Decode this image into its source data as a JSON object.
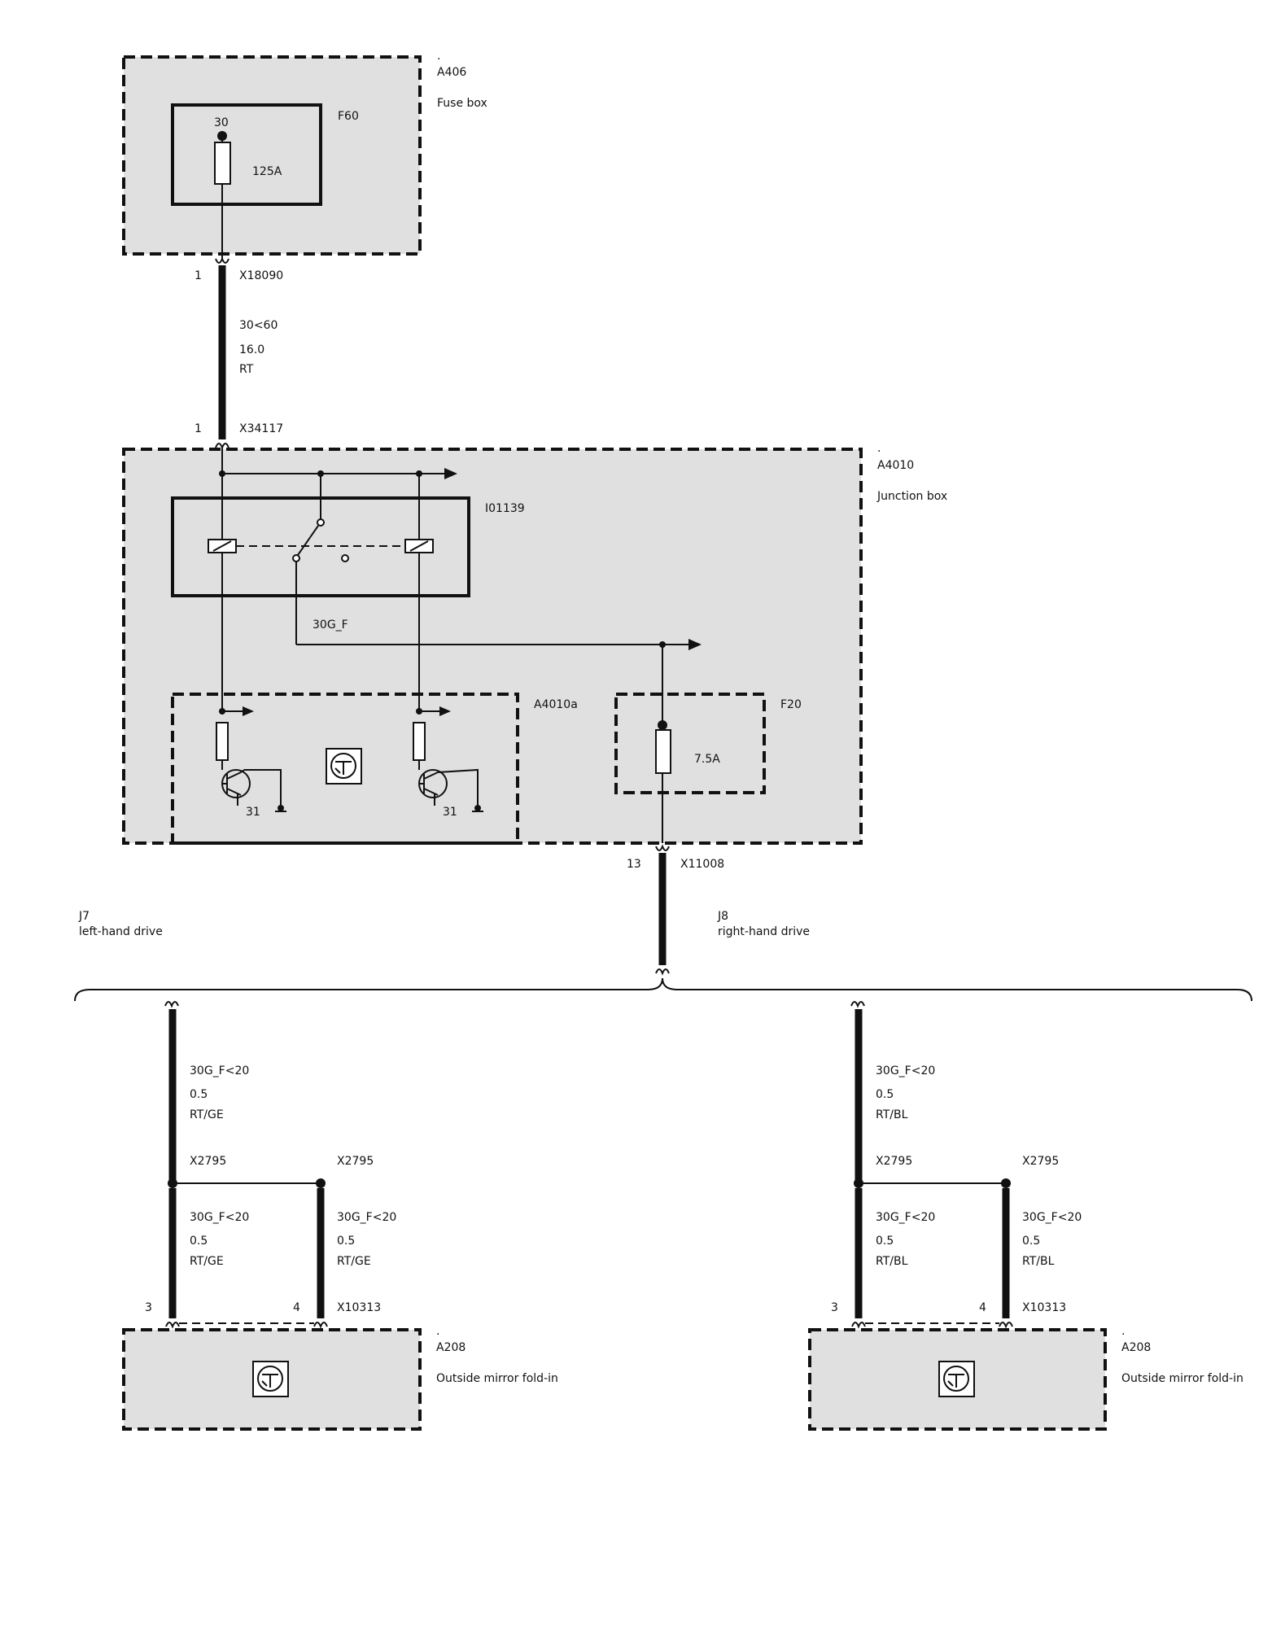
{
  "components": {
    "fusebox": {
      "mark": ".",
      "id": "A406",
      "name": "Fuse box"
    },
    "fuse_f60": {
      "id": "F60",
      "pin": "30",
      "rating": "125A"
    },
    "junction": {
      "mark": ".",
      "id": "A4010",
      "name": "Junction box"
    },
    "relay": {
      "id": "I01139"
    },
    "sub_unit": {
      "id": "A4010a"
    },
    "fuse_f20": {
      "id": "F20",
      "rating": "7.5A"
    },
    "mirror_left": {
      "mark": ".",
      "id": "A208",
      "name": "Outside mirror fold-in"
    },
    "mirror_right": {
      "mark": ".",
      "id": "A208",
      "name": "Outside mirror fold-in"
    }
  },
  "connectors": {
    "x18090": {
      "pin": "1",
      "id": "X18090"
    },
    "x34117": {
      "pin": "1",
      "id": "X34117"
    },
    "x11008": {
      "pin": "13",
      "id": "X11008"
    },
    "left_split_a": "X2795",
    "left_split_b": "X2795",
    "right_split_a": "X2795",
    "right_split_b": "X2795",
    "left_x10313": {
      "pin_a": "3",
      "pin_b": "4",
      "id": "X10313"
    },
    "right_x10313": {
      "pin_a": "3",
      "pin_b": "4",
      "id": "X10313"
    }
  },
  "wires": {
    "main": {
      "signal": "30<60",
      "gauge": "16.0",
      "color": "RT"
    },
    "internal_signal": "30G_F",
    "ground_left": "31",
    "ground_right": "31",
    "lhd_top": {
      "signal": "30G_F<20",
      "gauge": "0.5",
      "color": "RT/GE"
    },
    "lhd_a": {
      "signal": "30G_F<20",
      "gauge": "0.5",
      "color": "RT/GE"
    },
    "lhd_b": {
      "signal": "30G_F<20",
      "gauge": "0.5",
      "color": "RT/GE"
    },
    "rhd_top": {
      "signal": "30G_F<20",
      "gauge": "0.5",
      "color": "RT/BL"
    },
    "rhd_a": {
      "signal": "30G_F<20",
      "gauge": "0.5",
      "color": "RT/BL"
    },
    "rhd_b": {
      "signal": "30G_F<20",
      "gauge": "0.5",
      "color": "RT/BL"
    }
  },
  "variants": {
    "left": {
      "id": "J7",
      "name": "left-hand drive"
    },
    "right": {
      "id": "J8",
      "name": "right-hand drive"
    }
  }
}
